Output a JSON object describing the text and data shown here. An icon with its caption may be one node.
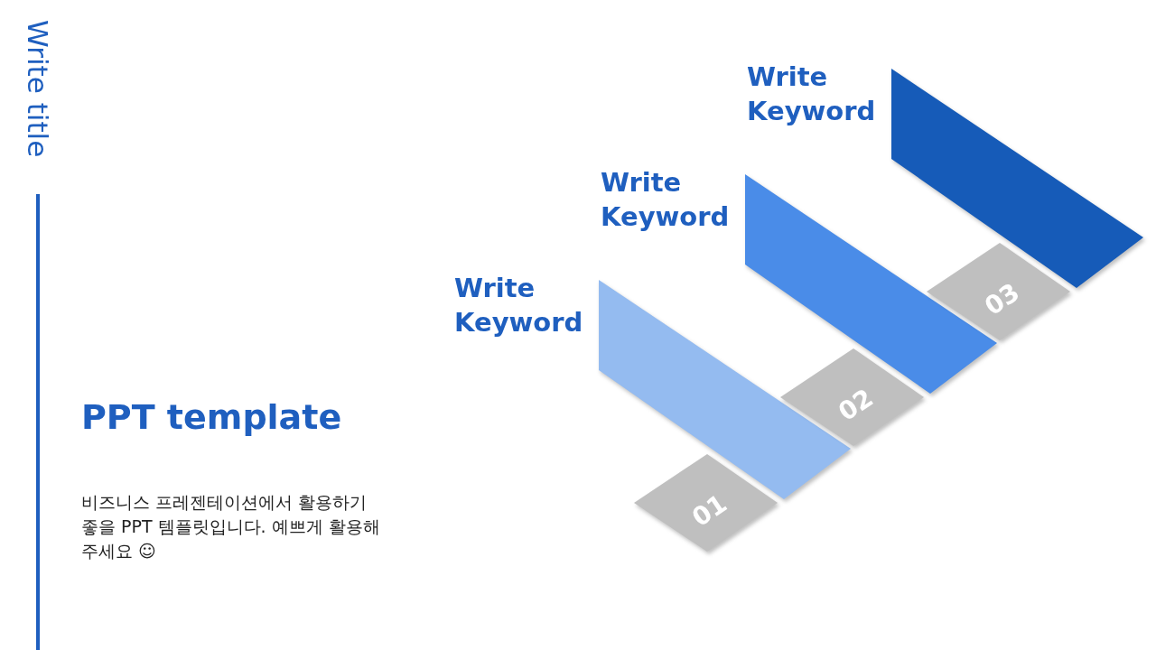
{
  "diagram": {
    "title": "Write title",
    "nodes": [
      {
        "text": [
          "Write Keyword"
        ]
      },
      {
        "text": [
          "01"
        ]
      },
      {
        "text": [
          "Write Keyword"
        ]
      },
      {
        "text": [
          "02"
        ]
      },
      {
        "text": [
          "Write Keyword"
        ]
      },
      {
        "text": [
          "03"
        ]
      }
    ],
    "edges": [],
    "labels": [
      "PPT template",
      "비즈니스 프레젠테이션에서 활용하기 좋을 PPT 템플릿입니다. 예쁘게 활용해 주세요 ☺"
    ]
  }
}
